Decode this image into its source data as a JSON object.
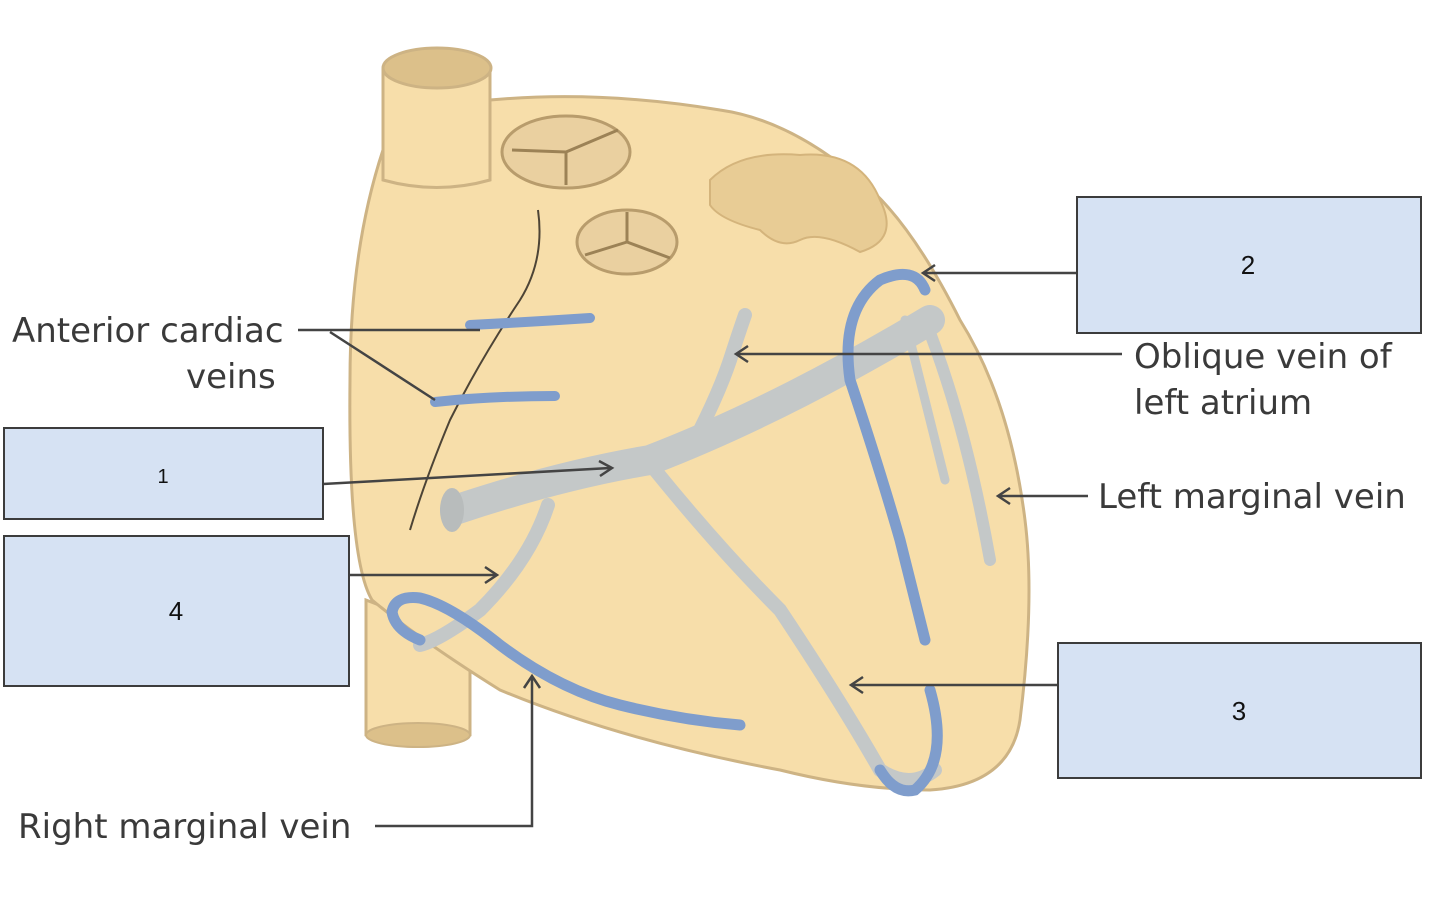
{
  "labels": {
    "anterior_cardiac_line1": "Anterior cardiac",
    "anterior_cardiac_line2": "veins",
    "oblique_line1": "Oblique vein of",
    "oblique_line2": "left atrium",
    "left_marginal": "Left marginal vein",
    "right_marginal": "Right marginal vein"
  },
  "answer_boxes": {
    "box1": "1",
    "box2": "2",
    "box3": "3",
    "box4": "4"
  },
  "colors": {
    "heart_fill": "#f7deaa",
    "heart_outline": "#cdb384",
    "vessel_shading": "#dcc08a",
    "vein_blue": "#7f9dcc",
    "vein_gray": "#c4c8c8",
    "box_fill": "#d6e2f3",
    "leader_line": "#444444"
  }
}
